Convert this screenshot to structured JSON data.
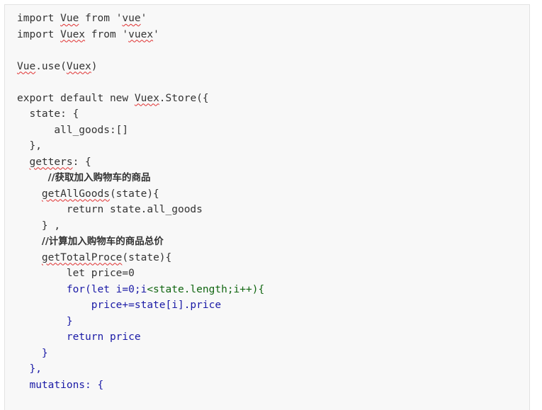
{
  "colors": {
    "default_text": "#333333",
    "keyword_blue": "#1a1aa6",
    "string_green": "#116611",
    "squiggle_red": "#e03030",
    "panel_bg": "#f8f8f8"
  },
  "code": {
    "lines": [
      [
        {
          "t": "import "
        },
        {
          "t": "Vue",
          "sq": true
        },
        {
          "t": " from '"
        },
        {
          "t": "vue",
          "sq": true
        },
        {
          "t": "'"
        }
      ],
      [
        {
          "t": "import "
        },
        {
          "t": "Vuex",
          "sq": true
        },
        {
          "t": " from '"
        },
        {
          "t": "vuex",
          "sq": true
        },
        {
          "t": "'"
        }
      ],
      [],
      [
        {
          "t": "Vue",
          "sq": true
        },
        {
          "t": ".use("
        },
        {
          "t": "Vuex",
          "sq": true
        },
        {
          "t": ")"
        }
      ],
      [],
      [
        {
          "t": "export default new "
        },
        {
          "t": "Vuex",
          "sq": true
        },
        {
          "t": ".Store({"
        }
      ],
      [
        {
          "t": "  state: {"
        }
      ],
      [
        {
          "t": "      all_goods:[]"
        }
      ],
      [
        {
          "t": "  },"
        }
      ],
      [
        {
          "t": "  "
        },
        {
          "t": "getters",
          "sq": true
        },
        {
          "t": ": {"
        }
      ],
      [
        {
          "t": "     "
        },
        {
          "t": "//获取加入购物车的商品",
          "zh": true
        }
      ],
      [
        {
          "t": "    "
        },
        {
          "t": "getAllGoods",
          "sq": true
        },
        {
          "t": "(state){"
        }
      ],
      [
        {
          "t": "        return state.all_goods"
        }
      ],
      [
        {
          "t": "    } ,"
        }
      ],
      [
        {
          "t": "    "
        },
        {
          "t": "//计算加入购物车的商品总价",
          "zh": true
        }
      ],
      [
        {
          "t": "    "
        },
        {
          "t": "getTotalProce",
          "sq": true
        },
        {
          "t": "(state){"
        }
      ],
      [
        {
          "t": "        let price=0"
        }
      ],
      [
        {
          "t": "        for(let i=0;i",
          "c": "#1a1aa6"
        },
        {
          "t": "<state.length;i++){",
          "c": "#116611"
        }
      ],
      [
        {
          "t": "            price+=state[i].price",
          "c": "#1a1aa6"
        }
      ],
      [
        {
          "t": "        }",
          "c": "#1a1aa6"
        }
      ],
      [
        {
          "t": "        return price",
          "c": "#1a1aa6"
        }
      ],
      [
        {
          "t": "    }",
          "c": "#1a1aa6"
        }
      ],
      [
        {
          "t": "  },",
          "c": "#1a1aa6"
        }
      ],
      [
        {
          "t": "  mutations: {",
          "c": "#1a1aa6"
        }
      ]
    ]
  }
}
